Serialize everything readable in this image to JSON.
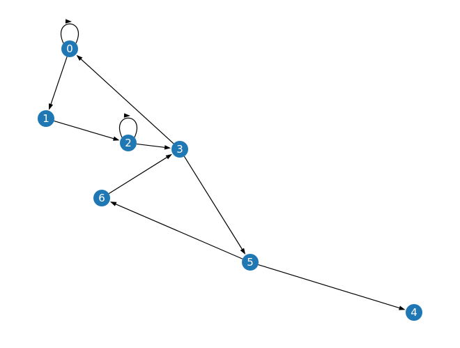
{
  "graph": {
    "directed": true,
    "node_color": "#1f77b4",
    "edge_color": "#000000",
    "label_color": "#ffffff",
    "nodes": [
      {
        "id": "0",
        "label": "0"
      },
      {
        "id": "1",
        "label": "1"
      },
      {
        "id": "2",
        "label": "2"
      },
      {
        "id": "3",
        "label": "3"
      },
      {
        "id": "4",
        "label": "4"
      },
      {
        "id": "5",
        "label": "5"
      },
      {
        "id": "6",
        "label": "6"
      }
    ],
    "edges": [
      {
        "source": "0",
        "target": "0"
      },
      {
        "source": "0",
        "target": "1"
      },
      {
        "source": "1",
        "target": "2"
      },
      {
        "source": "2",
        "target": "2"
      },
      {
        "source": "2",
        "target": "3"
      },
      {
        "source": "3",
        "target": "0"
      },
      {
        "source": "3",
        "target": "5"
      },
      {
        "source": "5",
        "target": "6"
      },
      {
        "source": "5",
        "target": "4"
      },
      {
        "source": "6",
        "target": "3"
      }
    ]
  }
}
